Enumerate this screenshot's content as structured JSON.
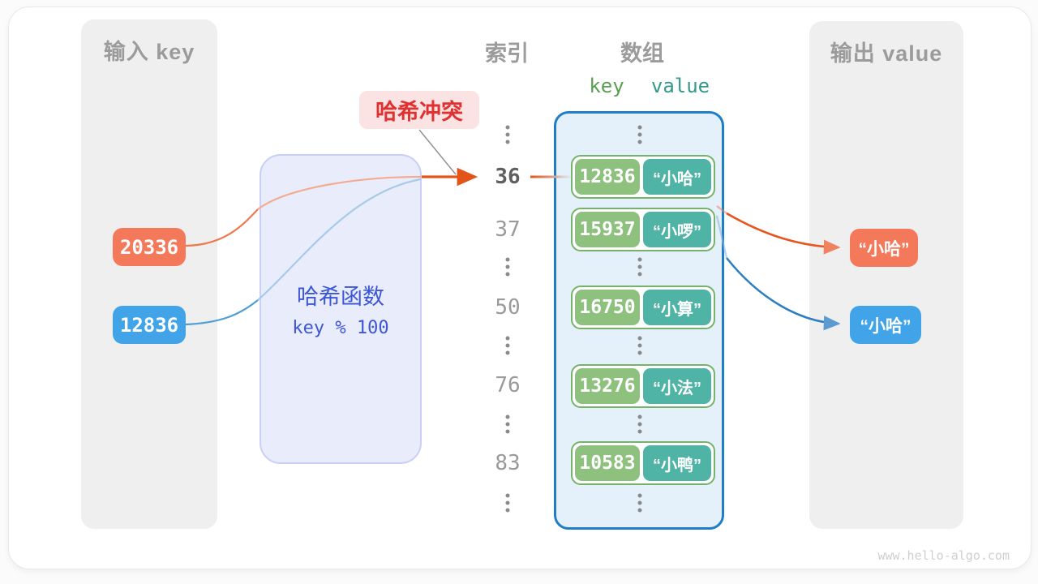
{
  "input_panel": {
    "title": "输入 key",
    "keys": [
      {
        "value": "20336",
        "color": "#f4795b"
      },
      {
        "value": "12836",
        "color": "#41a3e8"
      }
    ]
  },
  "hash_box": {
    "title": "哈希函数",
    "formula": "key % 100"
  },
  "collision": {
    "label": "哈希冲突"
  },
  "headers": {
    "index": "索引",
    "array": "数组"
  },
  "index_column": {
    "values": [
      "36",
      "37",
      "50",
      "76",
      "83"
    ],
    "highlighted": "36"
  },
  "array_panel": {
    "key_header": "key",
    "value_header": "value",
    "rows": [
      {
        "key": "12836",
        "value": "“小哈”"
      },
      {
        "key": "15937",
        "value": "“小啰”"
      },
      {
        "key": "16750",
        "value": "“小算”"
      },
      {
        "key": "13276",
        "value": "“小法”"
      },
      {
        "key": "10583",
        "value": "“小鸭”"
      }
    ]
  },
  "output_panel": {
    "title": "输出 value",
    "values": [
      {
        "text": "“小哈”",
        "color": "#f4795b"
      },
      {
        "text": "“小哈”",
        "color": "#41a3e8"
      }
    ]
  },
  "watermark": {
    "text": "www.hello-algo.com"
  },
  "colors": {
    "key_orange": "#f4795b",
    "key_blue": "#41a3e8",
    "array_key_green": "#8ec07e",
    "array_value_teal": "#4fb3a5",
    "array_border_blue": "#1f7ec6",
    "hash_text_blue": "#3c56d6",
    "collision_red": "#e03131",
    "arrow_orange": "#e2541a",
    "arrow_blue": "#2e7fc1"
  }
}
